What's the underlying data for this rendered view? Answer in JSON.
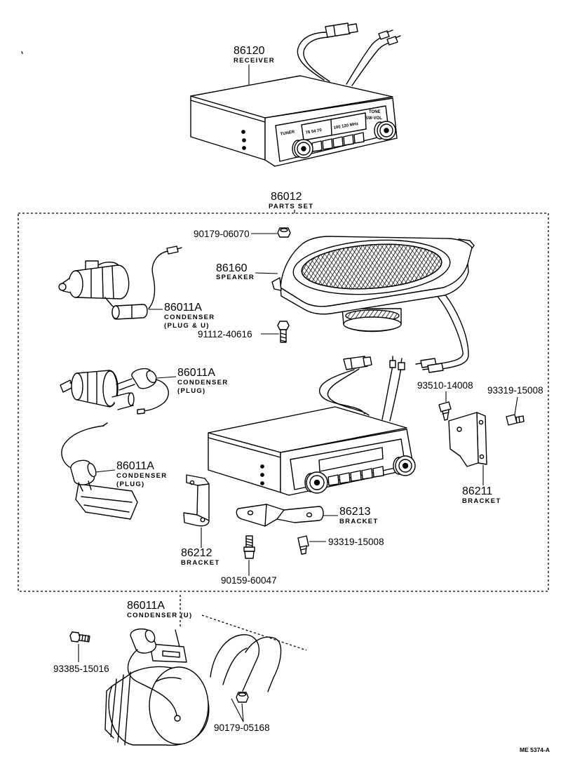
{
  "receiver": {
    "part_no": "86120",
    "name": "RECEIVER",
    "face": {
      "tuner": "TUNER",
      "tone": "TONE",
      "sw_vol": "SW-VOL",
      "dial_upper": "78 54 70",
      "dial_lower": "100 120 MHz"
    }
  },
  "parts_set": {
    "part_no": "86012",
    "name": "PARTS SET"
  },
  "nut_speaker": {
    "part_no": "90179-06070"
  },
  "speaker": {
    "part_no": "86160",
    "name": "SPEAKER"
  },
  "condenser_plug_u": {
    "part_no": "86011A",
    "name": "CONDENSER",
    "note": "(PLUG & U)"
  },
  "screw_speaker": {
    "part_no": "91112-40616"
  },
  "condenser_plug_a": {
    "part_no": "86011A",
    "name": "CONDENSER",
    "note": "(PLUG)"
  },
  "screw_bracket_right": {
    "part_no": "93510-14008"
  },
  "bolt_bracket_right": {
    "part_no": "93319-15008"
  },
  "condenser_plug_b": {
    "part_no": "86011A",
    "name": "CONDENSER",
    "note": "(PLUG)"
  },
  "bracket_right": {
    "part_no": "86211",
    "name": "BRACKET"
  },
  "bracket_center": {
    "part_no": "86213",
    "name": "BRACKET"
  },
  "bolt_center": {
    "part_no": "93319-15008"
  },
  "bracket_left": {
    "part_no": "86212",
    "name": "BRACKET"
  },
  "bolt_left": {
    "part_no": "90159-60047"
  },
  "condenser_u": {
    "part_no": "86011A",
    "name": "CONDENSER (U)"
  },
  "bolt_alternator": {
    "part_no": "93385-15016"
  },
  "nut_alternator": {
    "part_no": "90179-05168"
  },
  "diagram_code": "ME 5374-A"
}
